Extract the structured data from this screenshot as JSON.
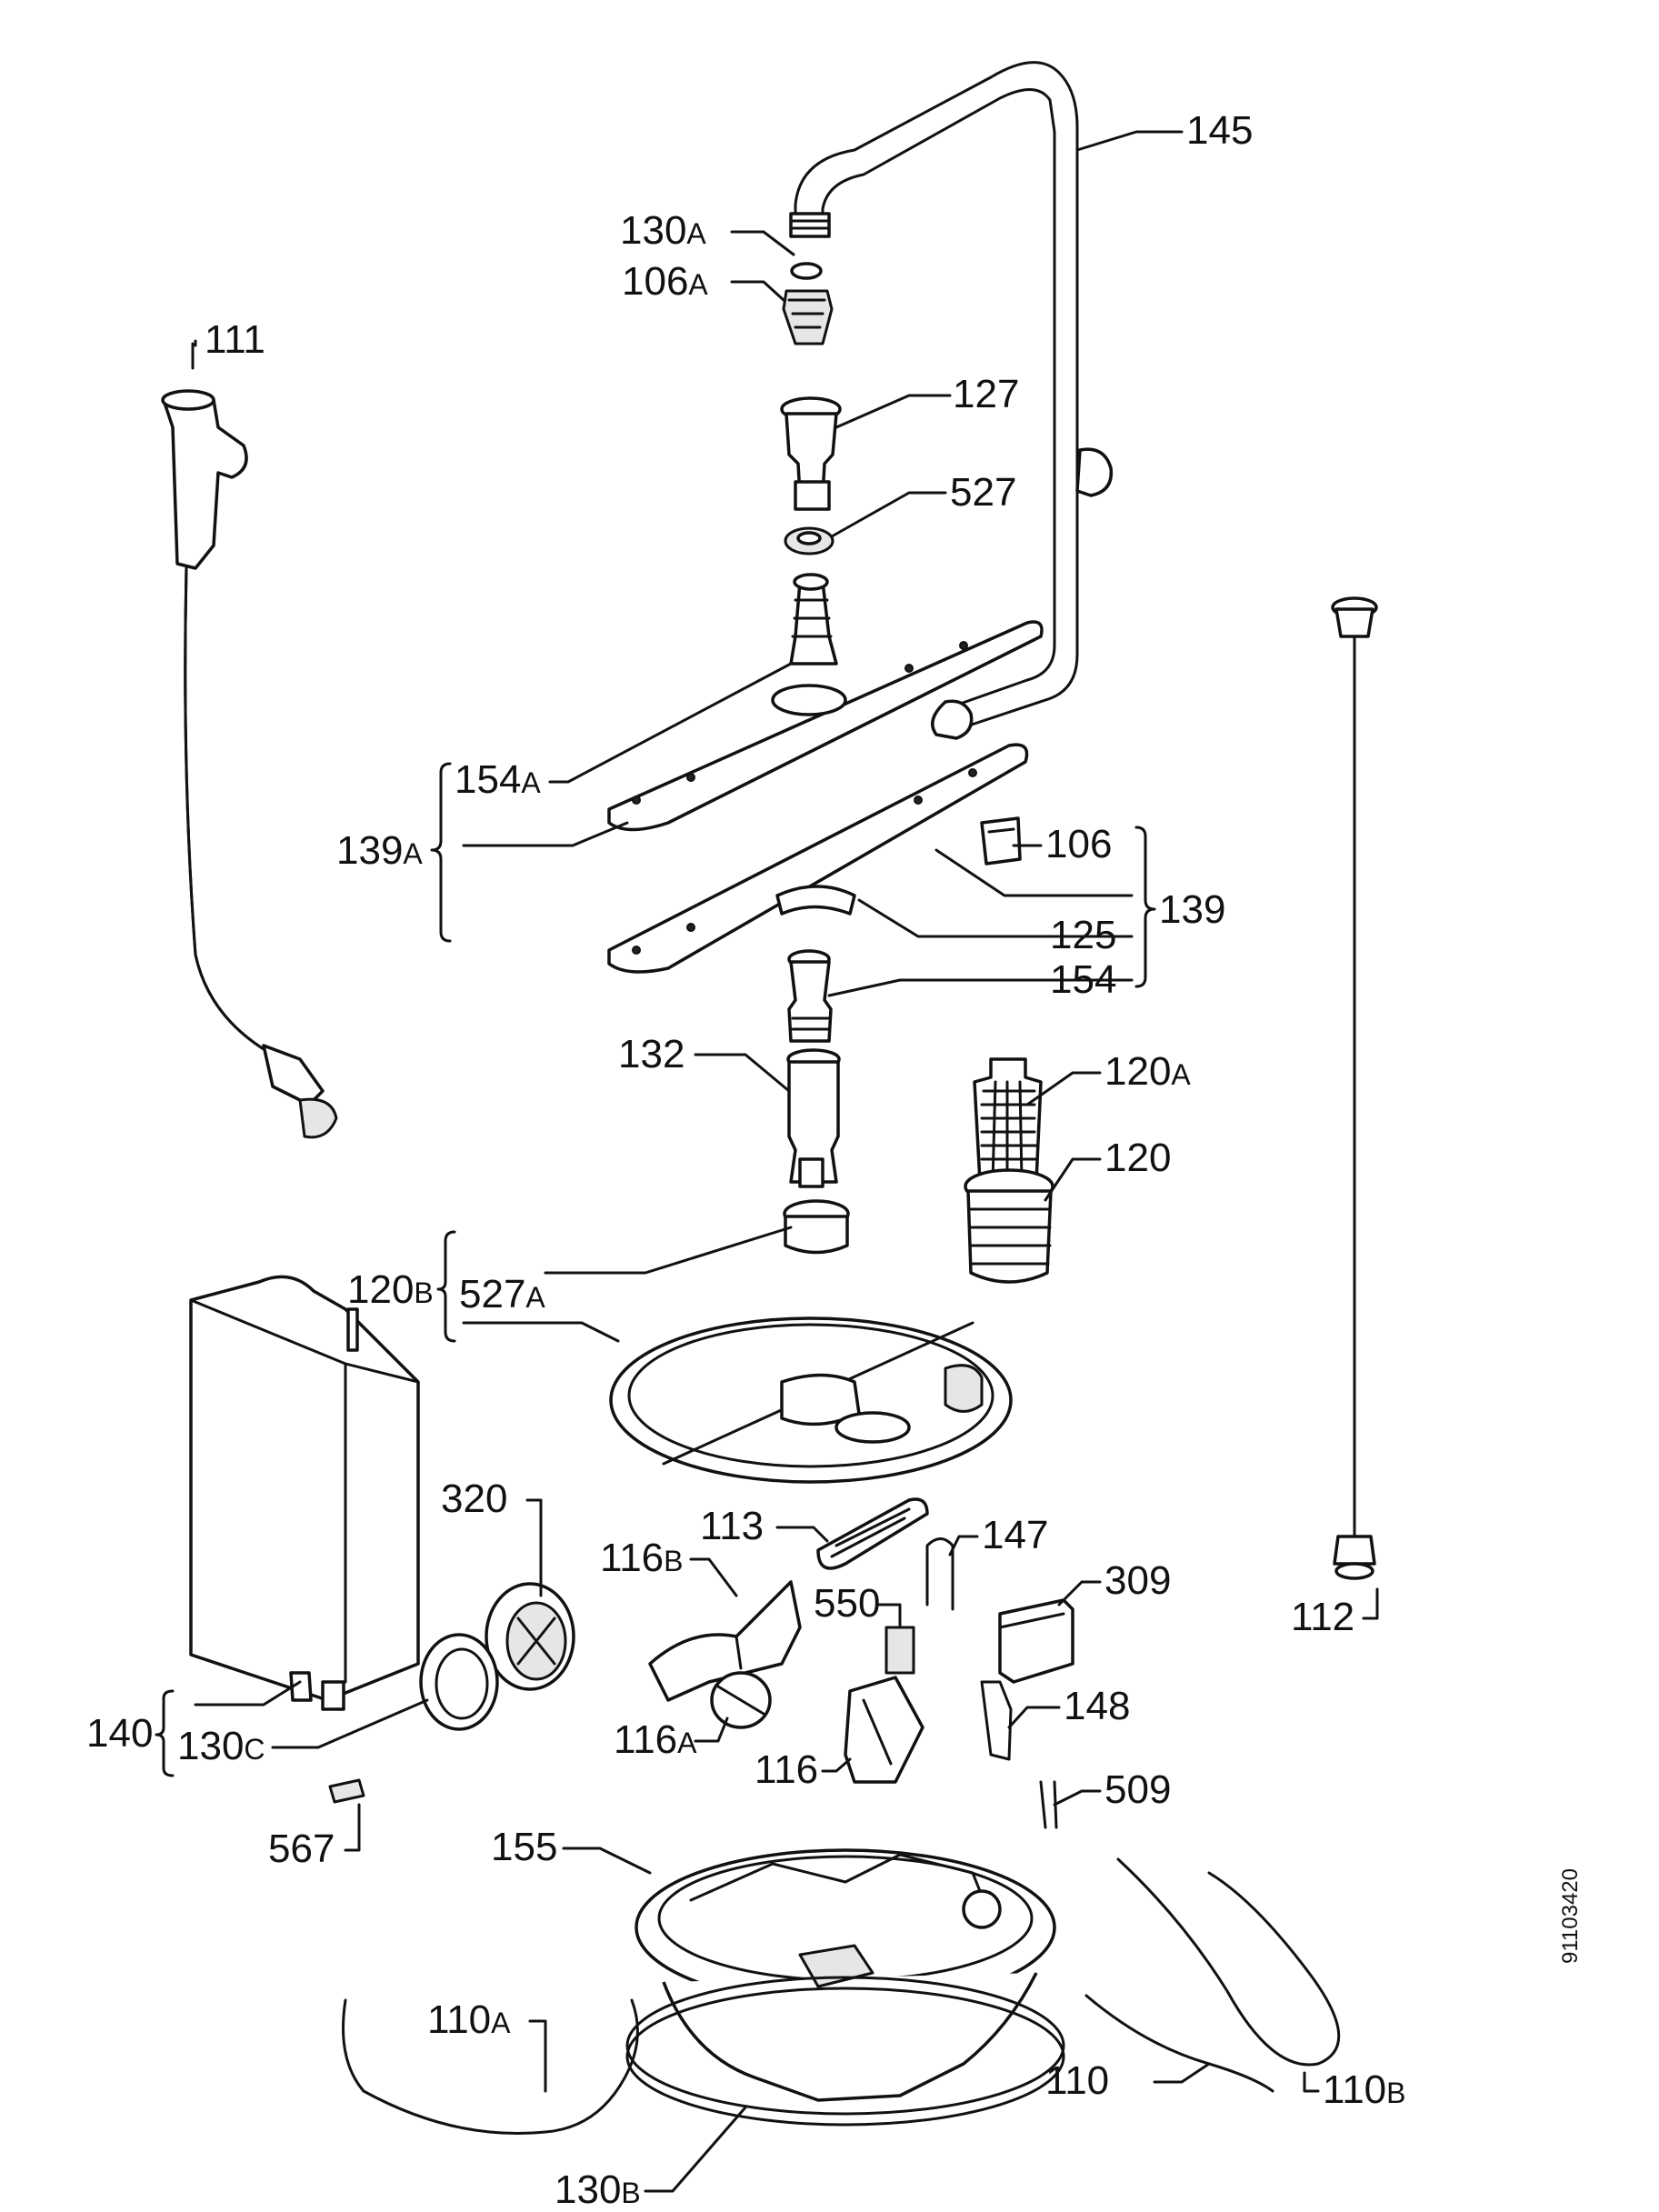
{
  "diagram": {
    "reference_code": "91103420",
    "labels": {
      "p145": {
        "num": "145",
        "suf": ""
      },
      "p130a": {
        "num": "130",
        "suf": "A"
      },
      "p106a": {
        "num": "106",
        "suf": "A"
      },
      "p111": {
        "num": "111",
        "suf": ""
      },
      "p127": {
        "num": "127",
        "suf": ""
      },
      "p527": {
        "num": "527",
        "suf": ""
      },
      "p154a": {
        "num": "154",
        "suf": "A"
      },
      "p139a": {
        "num": "139",
        "suf": "A"
      },
      "p106": {
        "num": "106",
        "suf": ""
      },
      "p139": {
        "num": "139",
        "suf": ""
      },
      "p125": {
        "num": "125",
        "suf": ""
      },
      "p154": {
        "num": "154",
        "suf": ""
      },
      "p132": {
        "num": "132",
        "suf": ""
      },
      "p120a": {
        "num": "120",
        "suf": "A"
      },
      "p120": {
        "num": "120",
        "suf": ""
      },
      "p120b": {
        "num": "120",
        "suf": "B"
      },
      "p527a": {
        "num": "527",
        "suf": "A"
      },
      "p113": {
        "num": "113",
        "suf": ""
      },
      "p147": {
        "num": "147",
        "suf": ""
      },
      "p320": {
        "num": "320",
        "suf": ""
      },
      "p116b": {
        "num": "116",
        "suf": "B"
      },
      "p550": {
        "num": "550",
        "suf": ""
      },
      "p309": {
        "num": "309",
        "suf": ""
      },
      "p112": {
        "num": "112",
        "suf": ""
      },
      "p148": {
        "num": "148",
        "suf": ""
      },
      "p140": {
        "num": "140",
        "suf": ""
      },
      "p130c": {
        "num": "130",
        "suf": "C"
      },
      "p116a": {
        "num": "116",
        "suf": "A"
      },
      "p116": {
        "num": "116",
        "suf": ""
      },
      "p509": {
        "num": "509",
        "suf": ""
      },
      "p567": {
        "num": "567",
        "suf": ""
      },
      "p155": {
        "num": "155",
        "suf": ""
      },
      "p110a": {
        "num": "110",
        "suf": "A"
      },
      "p110b": {
        "num": "110",
        "suf": "B"
      },
      "p110": {
        "num": "110",
        "suf": ""
      },
      "p130b": {
        "num": "130",
        "suf": "B"
      }
    }
  }
}
